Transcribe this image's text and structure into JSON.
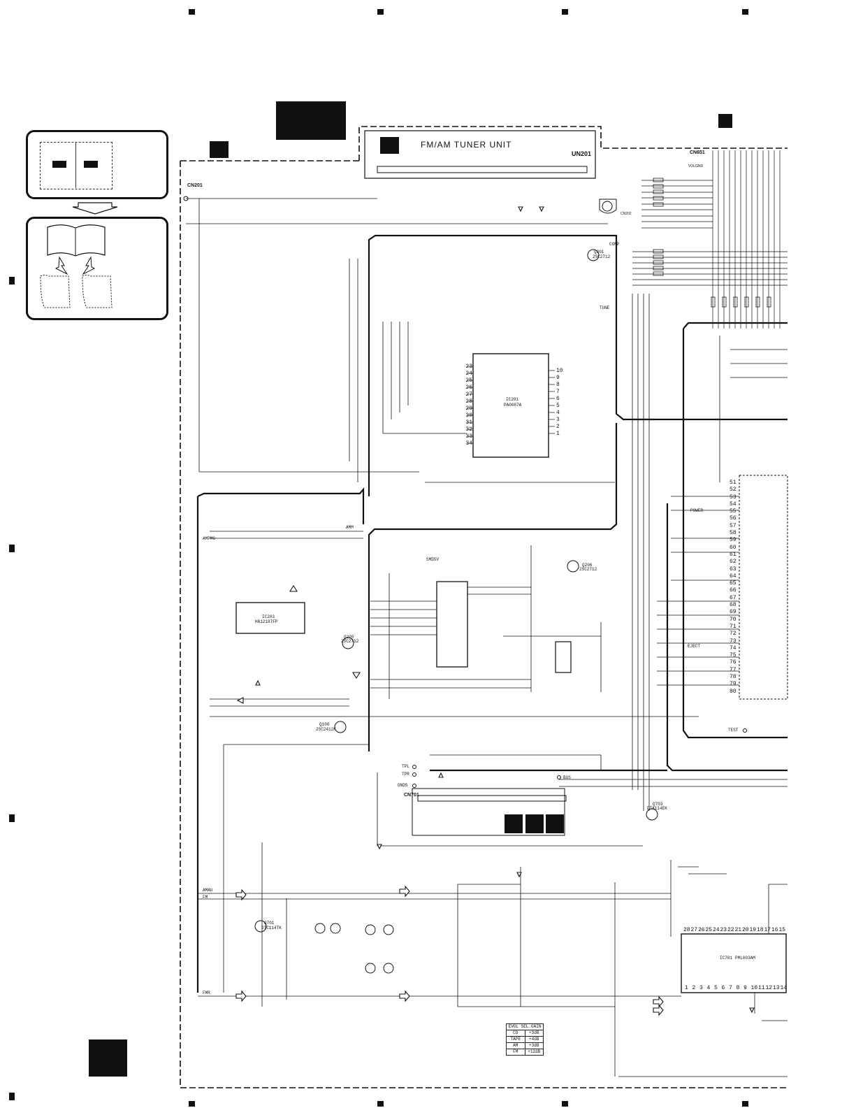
{
  "unit": {
    "title": "FM/AM TUNER UNIT",
    "ref": "UN201"
  },
  "connectors": {
    "cn201": "CN201",
    "cn651": "CN651",
    "cn701": "CN701",
    "cn202": "CN202",
    "cn651_label": "VOLGND"
  },
  "ics": {
    "ic201": {
      "ref": "IC201",
      "part": "PA0087A"
    },
    "ic203": {
      "ref": "IC203",
      "part": "HA12187FP"
    },
    "ic701": {
      "ref": "IC701",
      "part": "PML003AM"
    }
  },
  "transistors": {
    "q201": {
      "ref": "Q201",
      "part": "2SC2712"
    },
    "q205": {
      "ref": "Q205",
      "part": "2SC2712"
    },
    "q206": {
      "ref": "Q206",
      "part": "2SC2712"
    },
    "q703": {
      "ref": "Q703",
      "part": "DTA114EK"
    },
    "q701": {
      "ref": "Q701",
      "part": "DTC114TK"
    },
    "q100": {
      "ref": "Q100",
      "part": "2SC2412K"
    }
  },
  "signals": {
    "amp_mg": "AMPMG",
    "amm": "AMM",
    "amu": "AMAU",
    "fm": "FM",
    "fmr": "FMR",
    "comp": "COMP",
    "tune": "TUNE",
    "tpl": "TPL",
    "tpr": "TPR",
    "gnds": "GNDS",
    "bus": "BUS",
    "test": "TEST",
    "eject": "EJECT",
    "power": "POWER",
    "smd5v": "SMD5V"
  },
  "gain_table": {
    "header": "EVOL SEL.GAIN",
    "rows": [
      {
        "src": "CD",
        "val": "+3dB"
      },
      {
        "src": "TAPE",
        "val": "+4dB"
      },
      {
        "src": "AM",
        "val": "+3dB"
      },
      {
        "src": "FM",
        "val": "+12dB"
      }
    ]
  },
  "ic201_pins_left": [
    "23",
    "24",
    "25",
    "26",
    "27",
    "28",
    "29",
    "30",
    "31",
    "32",
    "33",
    "34"
  ],
  "ic201_pins_right": [
    "10",
    "9",
    "8",
    "7",
    "6",
    "5",
    "4",
    "3",
    "2",
    "1"
  ],
  "ic701_pins_top": [
    "28",
    "27",
    "26",
    "25",
    "24",
    "23",
    "22",
    "21",
    "20",
    "19",
    "18",
    "17",
    "16",
    "15"
  ],
  "ic701_pins_bottom": [
    "1",
    "2",
    "3",
    "4",
    "5",
    "6",
    "7",
    "8",
    "9",
    "10",
    "11",
    "12",
    "13",
    "14"
  ],
  "right_pins": [
    "51",
    "52",
    "53",
    "54",
    "55",
    "56",
    "57",
    "58",
    "59",
    "60",
    "61",
    "62",
    "63",
    "64",
    "65",
    "66",
    "67",
    "68",
    "69",
    "70",
    "71",
    "72",
    "73",
    "74",
    "75",
    "76",
    "77",
    "78",
    "79",
    "80"
  ],
  "colors": {
    "ink": "#111111",
    "paper": "#ffffff"
  }
}
